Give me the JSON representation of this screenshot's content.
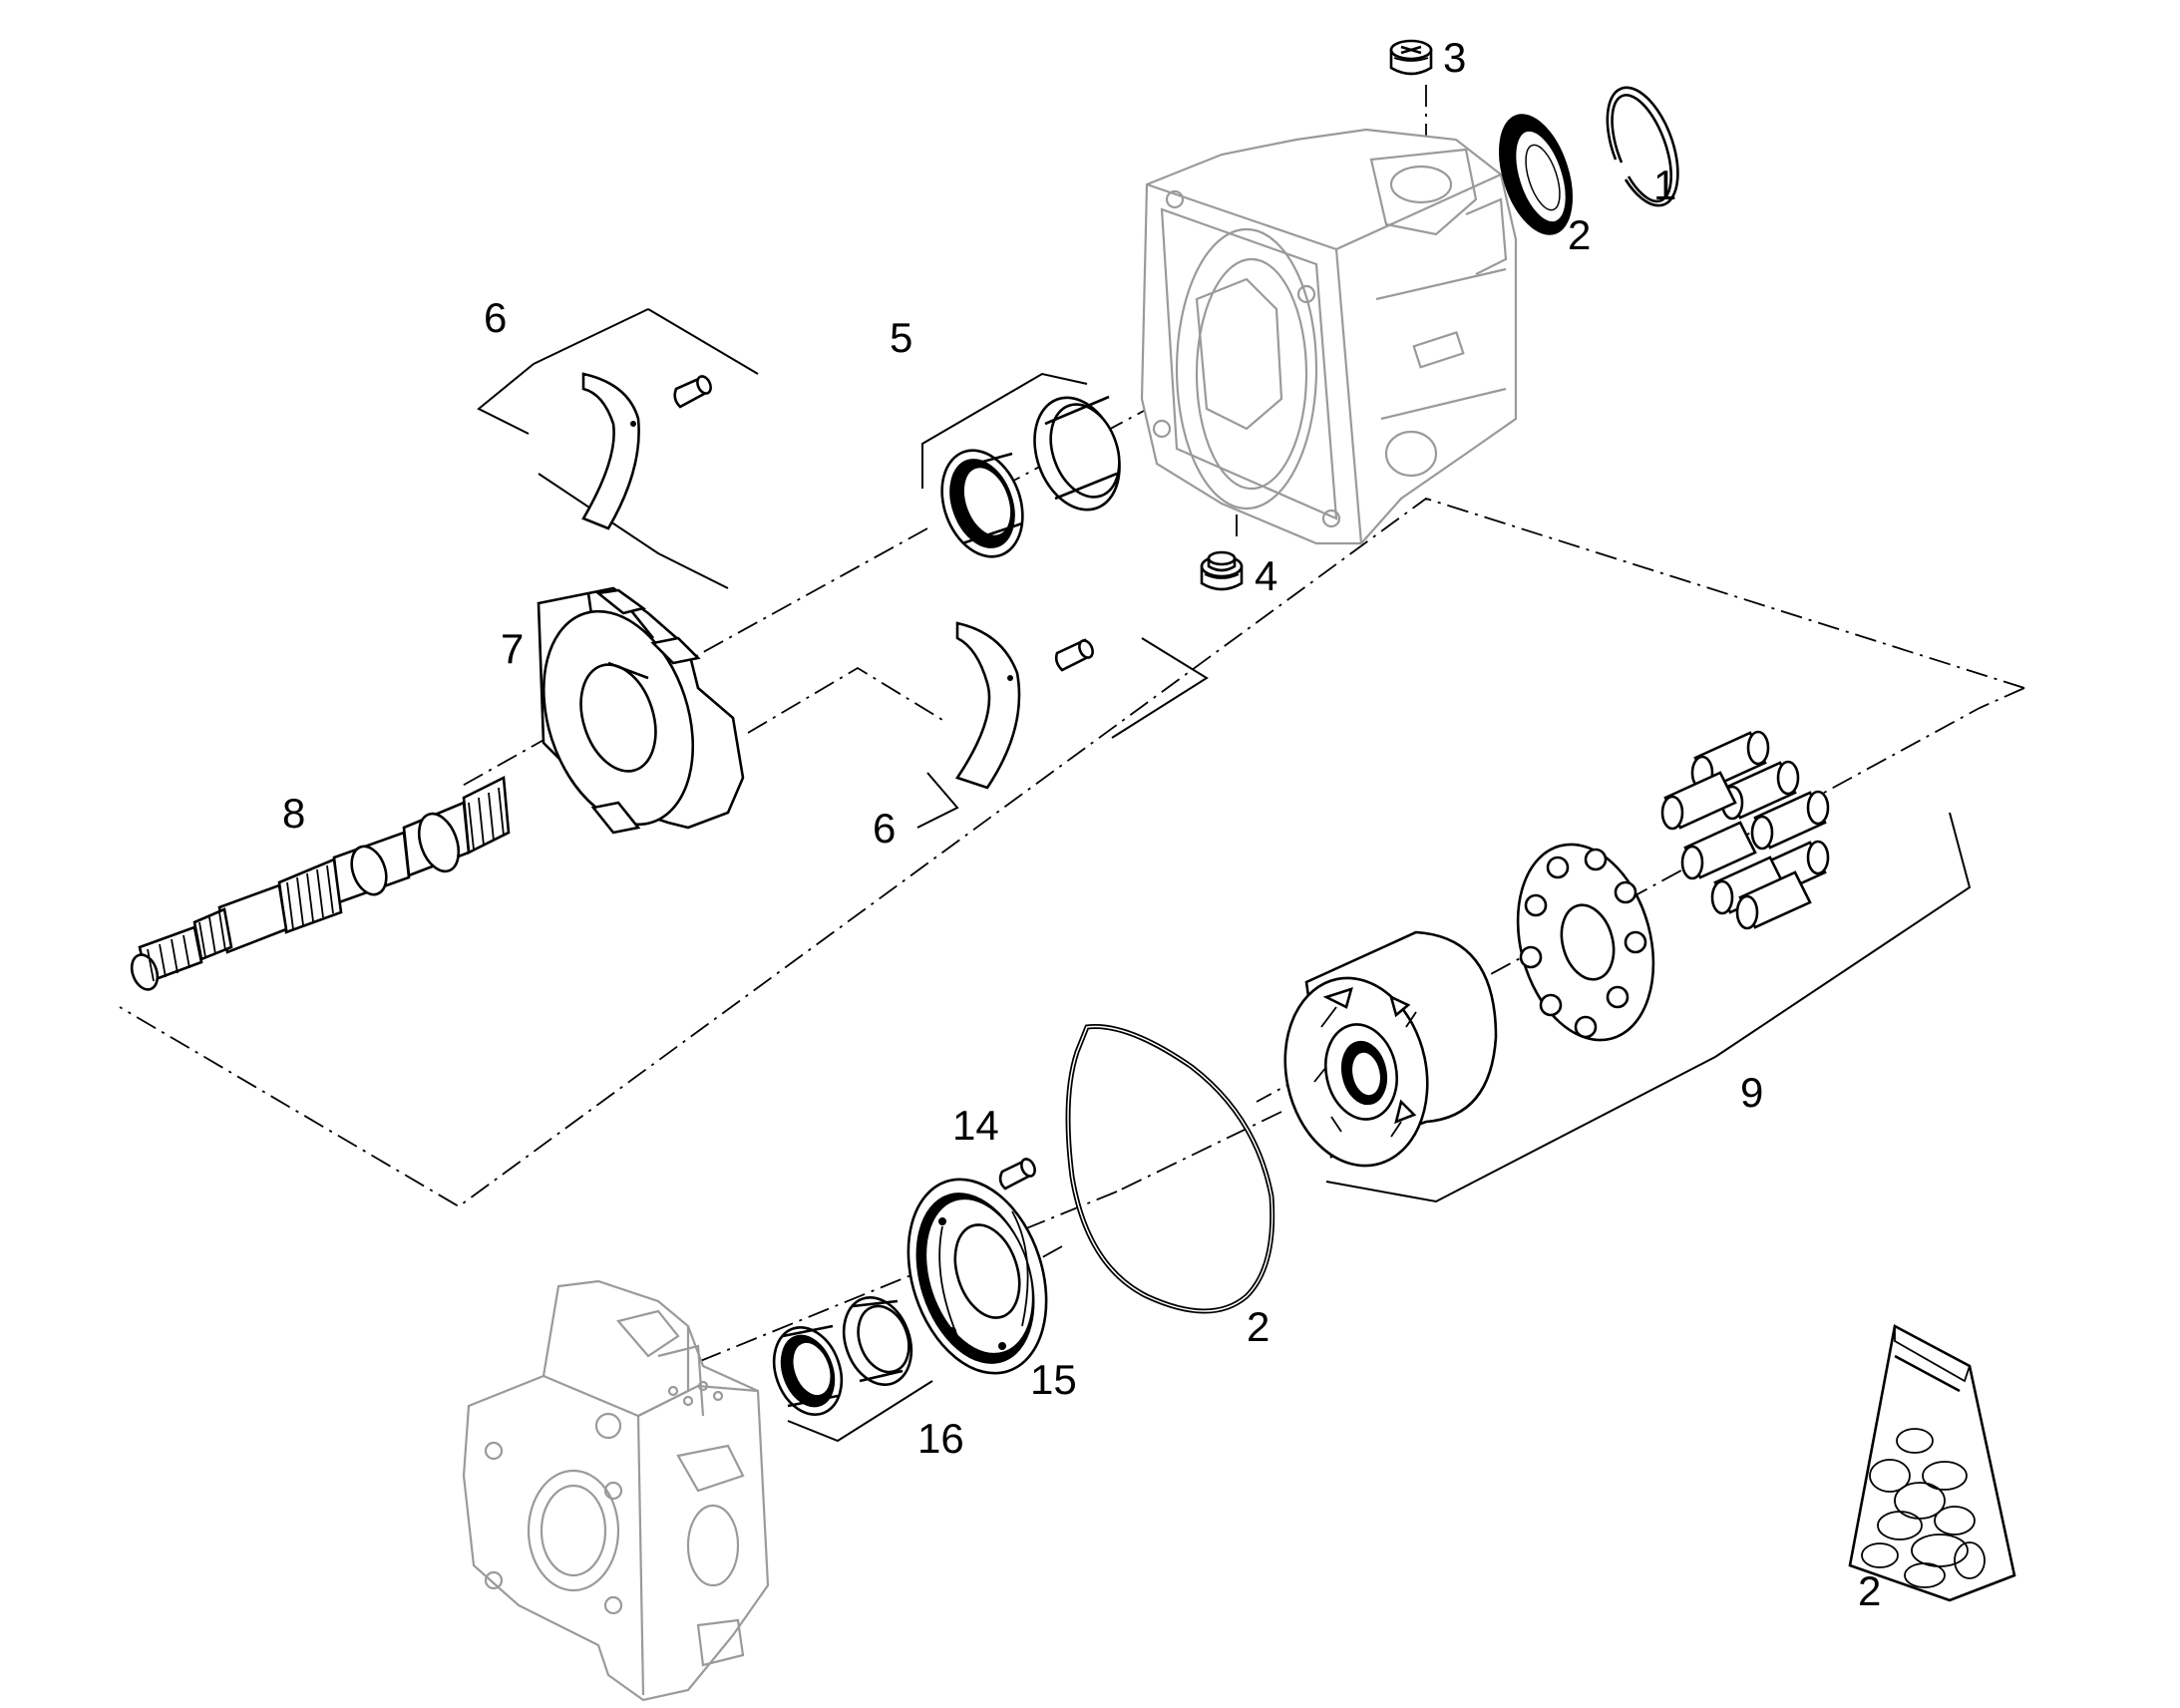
{
  "diagram": {
    "callouts": [
      {
        "id": "c1",
        "text": "1"
      },
      {
        "id": "c2a",
        "text": "2"
      },
      {
        "id": "c3",
        "text": "3"
      },
      {
        "id": "c4",
        "text": "4"
      },
      {
        "id": "c5",
        "text": "5"
      },
      {
        "id": "c6a",
        "text": "6"
      },
      {
        "id": "c6b",
        "text": "6"
      },
      {
        "id": "c7",
        "text": "7"
      },
      {
        "id": "c8",
        "text": "8"
      },
      {
        "id": "c9",
        "text": "9"
      },
      {
        "id": "c2b",
        "text": "2"
      },
      {
        "id": "c14",
        "text": "14"
      },
      {
        "id": "c15",
        "text": "15"
      },
      {
        "id": "c16",
        "text": "16"
      },
      {
        "id": "c2c",
        "text": "2"
      }
    ]
  }
}
